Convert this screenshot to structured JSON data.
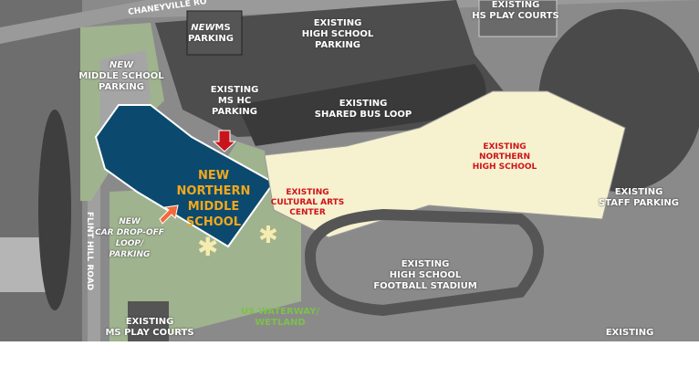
{
  "map": {
    "colors": {
      "new_school": "#0b4a6e",
      "existing_building": "#f6f1cf",
      "green_space": "#9fb38e",
      "parking": "#555555",
      "arrow_red": "#c8141b",
      "arrow_orange": "#f26a3a"
    },
    "roads": {
      "chaneyville": "CHANEYVILLE RO",
      "flint_hill": "FLINT HILL ROAD"
    },
    "labels": {
      "new_ms_parking": {
        "italic": "NEW",
        "rest": "MS",
        "line2": "PARKING"
      },
      "existing_hs_parking": [
        "EXISTING",
        "HIGH SCHOOL",
        "PARKING"
      ],
      "existing_hs_play_courts": [
        "EXISTING",
        "HS PLAY COURTS"
      ],
      "new_ms_parking_lot": {
        "italic": "NEW",
        "lines": [
          "MIDDLE SCHOOL",
          "PARKING"
        ]
      },
      "existing_ms_hc_parking": [
        "EXISTING",
        "MS HC",
        "PARKING"
      ],
      "existing_shared_bus_loop": [
        "EXISTING",
        "SHARED BUS LOOP"
      ],
      "existing_northern_hs": [
        "EXISTING",
        "NORTHERN",
        "HIGH SCHOOL"
      ],
      "new_northern_ms": [
        "NEW",
        "NORTHERN",
        "MIDDLE",
        "SCHOOL"
      ],
      "existing_cultural_arts": [
        "EXISTING",
        "CULTURAL ARTS",
        "CENTER"
      ],
      "existing_staff_parking": [
        "EXISTING",
        "STAFF PARKING"
      ],
      "new_car_dropoff": [
        "NEW",
        "CAR DROP-OFF",
        "LOOP/",
        "PARKING"
      ],
      "existing_football": [
        "EXISTING",
        "HIGH SCHOOL",
        "FOOTBALL STADIUM"
      ],
      "us_waterway": [
        "US WATERWAY/",
        "WETLAND"
      ],
      "existing_ms_play_courts": [
        "EXISTING",
        "MS PLAY COURTS"
      ],
      "existing_cut": "EXISTING"
    }
  }
}
